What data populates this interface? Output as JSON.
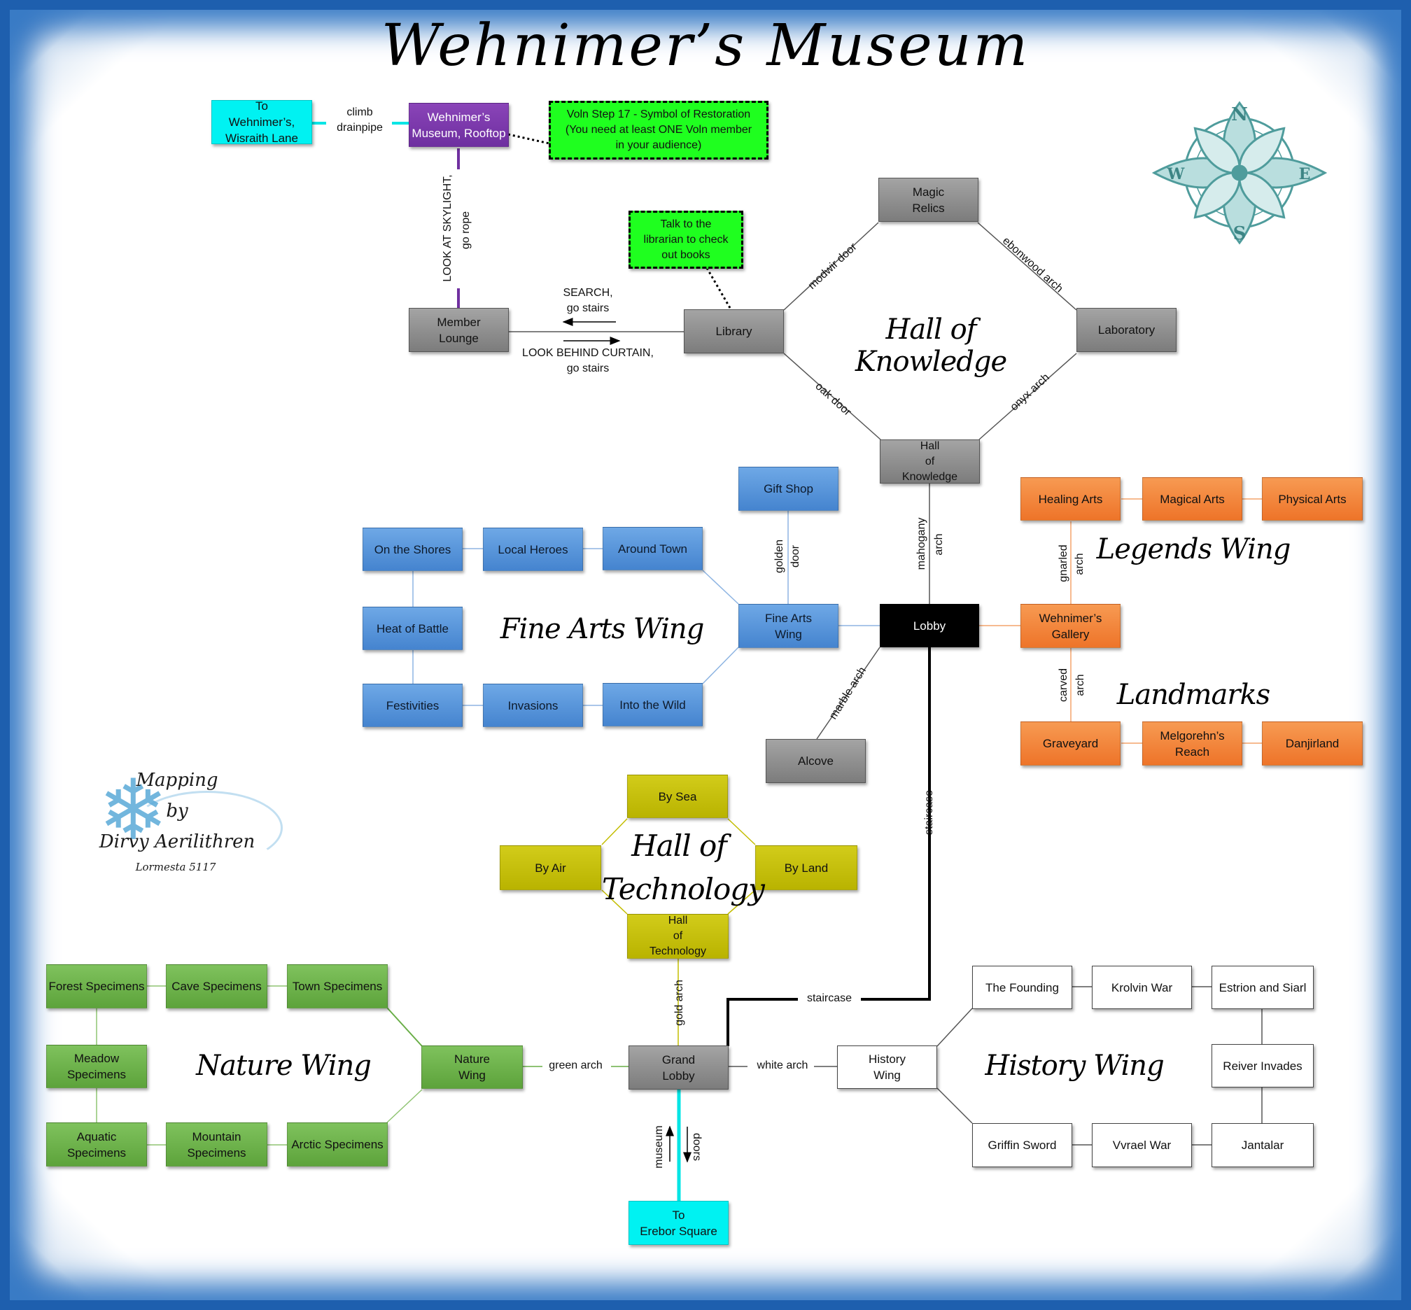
{
  "title": "Wehnimer’s Museum",
  "hall_titles": {
    "knowledge": "Hall of Knowledge",
    "fine_arts": "Fine Arts Wing",
    "legends": "Legends Wing",
    "landmarks": "Landmarks",
    "technology": "Hall of\nTechnology",
    "nature": "Nature Wing",
    "history": "History Wing"
  },
  "rooms": {
    "to_wisraith": "To\nWehnimer’s,\nWisraith Lane",
    "rooftop": "Wehnimer’s\nMuseum, Rooftop",
    "member_lounge": "Member\nLounge",
    "library": "Library",
    "magic_relics": "Magic\nRelics",
    "laboratory": "Laboratory",
    "hall_knowledge": "Hall\nof\nKnowledge",
    "gift_shop": "Gift Shop",
    "on_the_shores": "On the Shores",
    "local_heroes": "Local Heroes",
    "around_town": "Around Town",
    "heat_of_battle": "Heat of Battle",
    "fine_arts_wing": "Fine Arts\nWing",
    "festivities": "Festivities",
    "invasions": "Invasions",
    "into_the_wild": "Into the Wild",
    "lobby": "Lobby",
    "alcove": "Alcove",
    "healing_arts": "Healing Arts",
    "magical_arts": "Magical Arts",
    "physical_arts": "Physical Arts",
    "wehnimers_gallery": "Wehnimer’s\nGallery",
    "graveyard": "Graveyard",
    "melgorehns_reach": "Melgorehn’s\nReach",
    "danjirland": "Danjirland",
    "by_sea": "By Sea",
    "by_air": "By Air",
    "by_land": "By Land",
    "hall_technology": "Hall\nof\nTechnology",
    "forest_specimens": "Forest Specimens",
    "cave_specimens": "Cave Specimens",
    "town_specimens": "Town Specimens",
    "meadow_specimens": "Meadow\nSpecimens",
    "nature_wing": "Nature\nWing",
    "aquatic_specimens": "Aquatic\nSpecimens",
    "mountain_specimens": "Mountain\nSpecimens",
    "arctic_specimens": "Arctic Specimens",
    "grand_lobby": "Grand\nLobby",
    "history_wing": "History\nWing",
    "the_founding": "The Founding",
    "krolvin_war": "Krolvin War",
    "estrion_siarl": "Estrion and Siarl",
    "reiver_invades": "Reiver Invades",
    "griffin_sword": "Griffin Sword",
    "vvrael_war": "Vvrael War",
    "jantalar": "Jantalar",
    "to_erebor": "To\nErebor Square"
  },
  "notes": {
    "voln": "Voln Step 17 - Symbol of Restoration\n(You need at least ONE Voln member\nin your audience)",
    "librarian": "Talk to the\nlibrarian to check\nout books"
  },
  "labels": {
    "climb_drainpipe": "climb\ndrainpipe",
    "skylight": "LOOK AT SKYLIGHT,",
    "go_rope": "go rope",
    "search_stairs": "SEARCH,\ngo stairs",
    "curtain_stairs": "LOOK BEHIND CURTAIN,\ngo stairs",
    "modwir_door": "modwir door",
    "ebonwood_arch": "ebonwood arch",
    "oak_door": "oak door",
    "onyx_arch": "onyx arch",
    "mahogany": "mahogany",
    "arch": "arch",
    "golden": "golden",
    "door": "door",
    "gnarled": "gnarled",
    "carved": "carved",
    "marble_arch": "marble arch",
    "staircase": "staircase",
    "gold_arch": "gold arch",
    "green_arch": "green arch",
    "white_arch": "white arch",
    "museum": "museum",
    "doors": "doors"
  },
  "credit": {
    "line1": "Mapping",
    "line2": "by",
    "line3": "Dirvy Aerilithren",
    "line4": "Lormesta 5117"
  },
  "compass_letters": [
    "N",
    "E",
    "S",
    "W"
  ],
  "colors": {
    "frame_blue": "#1e5fae",
    "room_gray": "#8c8c8c",
    "fine_arts_blue": "#4f8fd8",
    "legends_orange": "#f07e32",
    "technology_olive": "#c3bd00",
    "nature_green": "#69ae47",
    "exit_cyan": "#00f2f2",
    "rooftop_purple": "#7030a0",
    "note_green": "#1fff1f",
    "compass_teal": "#4f9c9c"
  }
}
